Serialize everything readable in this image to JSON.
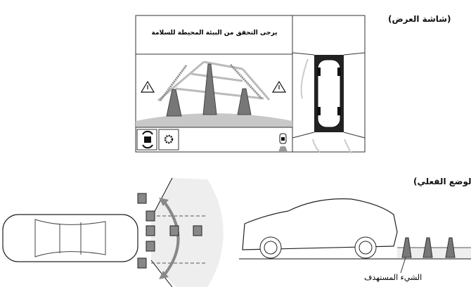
{
  "labels": {
    "display_screen": "(شاشة العرض)",
    "actual_situation": "(الوضع الفعلي)",
    "target_object": "الشيء المستهدف"
  },
  "screen": {
    "message": "يرجى التحقق من البيئة المحيطة للسلامة",
    "icons": [
      "camera-switch-icon",
      "settings-gear-icon",
      "car-sensor-icon",
      "warning-icon"
    ]
  }
}
